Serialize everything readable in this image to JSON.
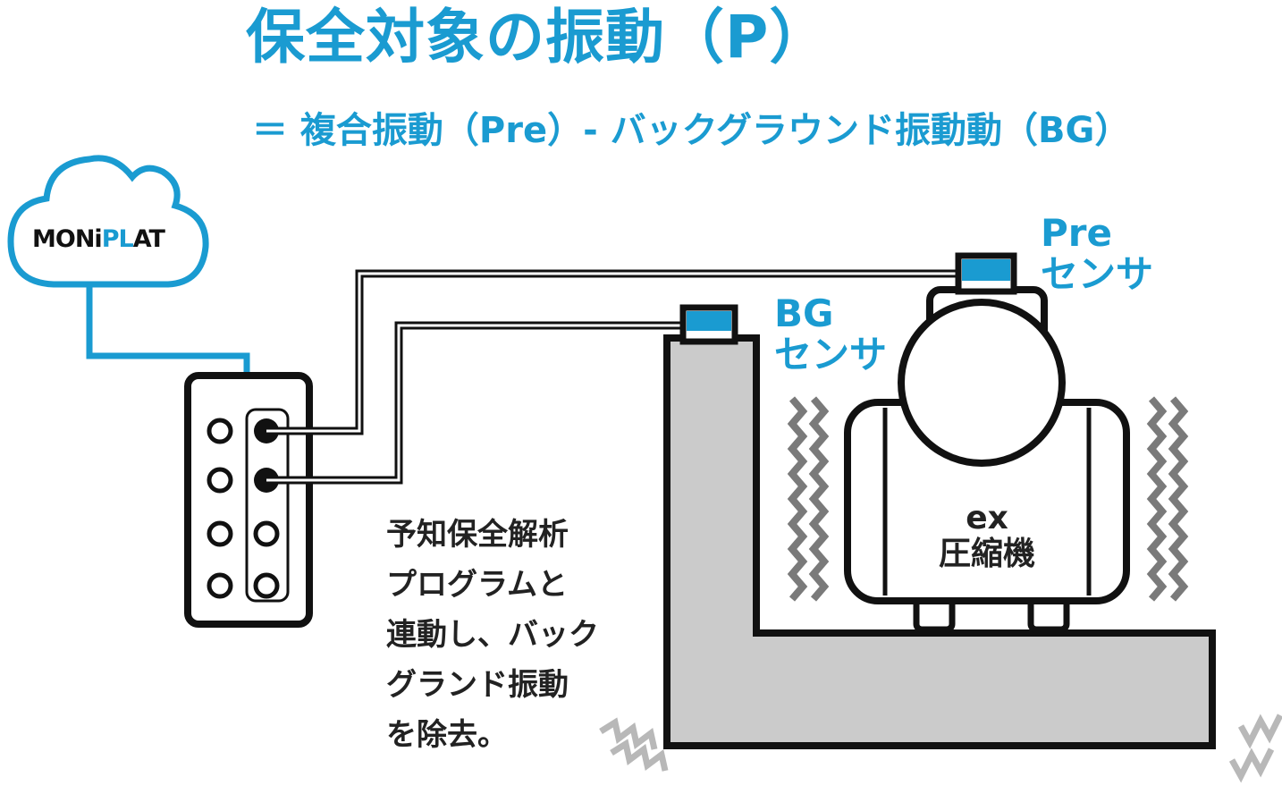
{
  "title": "保全対象の振動（P）",
  "subtitle": "＝ 複合振動（Pre）- バックグラウンド振動動（BG）",
  "cloud": {
    "brand_prefix": "MONi",
    "brand_accent": "PL",
    "brand_suffix": "AT"
  },
  "pre_sensor": {
    "line1": "Pre",
    "line2": "センサ"
  },
  "bg_sensor": {
    "line1": "BG",
    "line2": "センサ"
  },
  "compressor": {
    "line1": "ex",
    "line2": "圧縮機"
  },
  "description": [
    "予知保全解析",
    "プログラムと",
    "連動し、バック",
    "グランド振動",
    "を除去。"
  ],
  "colors": {
    "accent": "#1a9bd1",
    "base": "#cbcbcb",
    "vibration": "#7a7a7a",
    "line": "#111111"
  }
}
